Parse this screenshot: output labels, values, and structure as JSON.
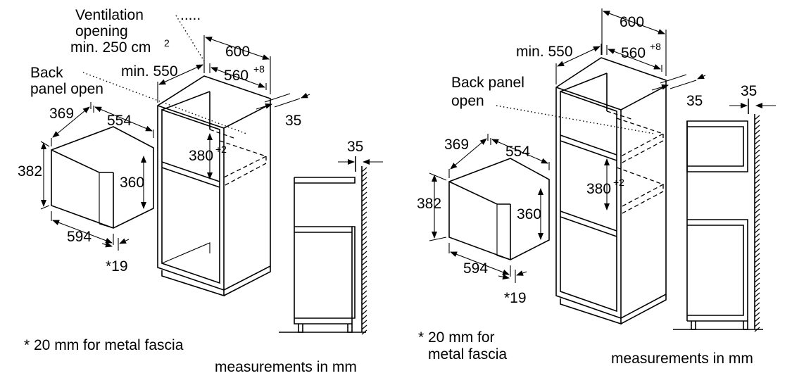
{
  "left": {
    "ventilation_line1": "Ventilation",
    "ventilation_line2": "opening",
    "ventilation_line3": "min. 250 cm",
    "ventilation_sup": "2",
    "back_panel_line1": "Back",
    "back_panel_line2": "panel open",
    "dim_600": "600",
    "dim_min550": "min. 550",
    "dim_560": "560",
    "dim_560_sup": "+8",
    "dim_35_cab": "35",
    "dim_380": "380",
    "dim_380_sup": "+2",
    "dim_369": "369",
    "dim_554": "554",
    "dim_382": "382",
    "dim_360": "360",
    "dim_594": "594",
    "dim_19": "*19",
    "dim_35_side": "35",
    "footnote": "* 20 mm for metal fascia",
    "units": "measurements in mm"
  },
  "right": {
    "dim_600": "600",
    "dim_min550": "min. 550",
    "dim_560": "560",
    "dim_560_sup": "+8",
    "back_panel_line1": "Back panel",
    "back_panel_line2": "open",
    "dim_35_cab": "35",
    "dim_35_side": "35",
    "dim_369": "369",
    "dim_554": "554",
    "dim_382": "382",
    "dim_360": "360",
    "dim_380": "380",
    "dim_380_sup": "+2",
    "dim_594": "594",
    "dim_19": "*19",
    "footnote_line1": "* 20 mm for",
    "footnote_line2": "metal fascia",
    "units": "measurements in mm"
  }
}
